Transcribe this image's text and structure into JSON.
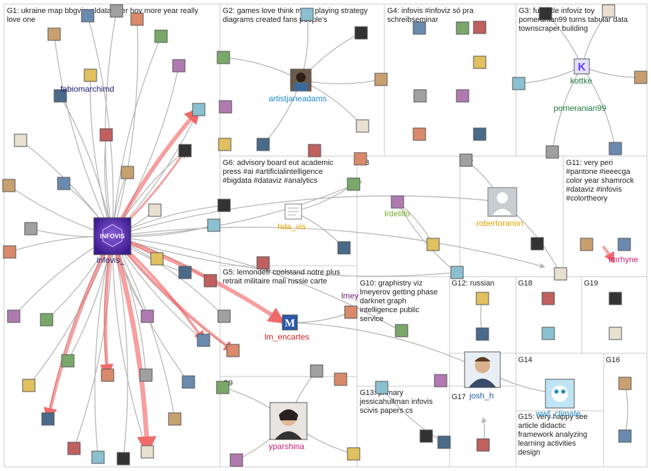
{
  "groups": [
    {
      "id": "G1",
      "lines": [
        "G1: ukraine map bbgvisualdata over hoy more year really",
        "love one"
      ]
    },
    {
      "id": "G2",
      "lines": [
        "G2: games love think more playing strategy",
        "diagrams created fans people's"
      ]
    },
    {
      "id": "G4",
      "lines": [
        "G4: infovis #infoviz só pra",
        "schreibseminar"
      ]
    },
    {
      "id": "G3",
      "lines": [
        "G3: fun little infoviz toy",
        "pomeranian99 turns tabular data",
        "townscraper building"
      ]
    },
    {
      "id": "G6",
      "lines": [
        "G6: advisory board eut academic",
        "press #ai #artificialintelligence",
        "#bigdata #dataviz #analytics"
      ]
    },
    {
      "id": "G8",
      "lines": [
        "G8"
      ]
    },
    {
      "id": "G7",
      "lines": [
        "G7"
      ]
    },
    {
      "id": "G11",
      "lines": [
        "G11: very peri",
        "#pantone #ieeecga",
        "color year shamrock",
        "#dataviz #infovis",
        "#colortheory"
      ]
    },
    {
      "id": "G5",
      "lines": [
        "G5: lemondefr coolstand notre plus",
        "retrait militaire mali russie carte"
      ]
    },
    {
      "id": "G10",
      "lines": [
        "G10: graphistry viz",
        "lmeyerov getting phase",
        "darknet graph",
        "intelligence public",
        "service"
      ]
    },
    {
      "id": "G12",
      "lines": [
        "G12: russian"
      ]
    },
    {
      "id": "G18",
      "lines": [
        "G18"
      ]
    },
    {
      "id": "G19",
      "lines": [
        "G19"
      ]
    },
    {
      "id": "G9",
      "lines": [
        "G9"
      ]
    },
    {
      "id": "G13",
      "lines": [
        "G13: primary",
        "jessicahullman infovis",
        "scivis papers cs"
      ]
    },
    {
      "id": "G17",
      "lines": [
        "G17"
      ]
    },
    {
      "id": "G14",
      "lines": [
        "G14"
      ]
    },
    {
      "id": "G16",
      "lines": [
        "G16"
      ]
    },
    {
      "id": "G15",
      "lines": [
        "G15: very happy see",
        "article didactic",
        "framework analyzing",
        "learning activities",
        "design"
      ]
    }
  ],
  "nodes": [
    {
      "id": "infovis",
      "label": "infovis_",
      "color": "#1a1a6e",
      "icon": "infovis-logo"
    },
    {
      "id": "fabiomarchimd",
      "label": "fabiomarchimd",
      "color": "#1a1a6e"
    },
    {
      "id": "artistjaneadams",
      "label": "artistjaneadams",
      "color": "#1e88c8"
    },
    {
      "id": "kottke",
      "label": "kottke",
      "color": "#1e7a3e"
    },
    {
      "id": "pomeranian99",
      "label": "pomeranian99",
      "color": "#1e7a3e"
    },
    {
      "id": "hda_vis",
      "label": "hda_vis",
      "color": "#e6a200"
    },
    {
      "id": "lrdelillo",
      "label": "lrdelillo",
      "color": "#7aa82a"
    },
    {
      "id": "robertoranon",
      "label": "robertoranon",
      "color": "#e6a200"
    },
    {
      "id": "tmrhyne",
      "label": "tmrhyne",
      "color": "#cc1d78"
    },
    {
      "id": "lm_encartes",
      "label": "lm_encartes",
      "color": "#cc1d1d"
    },
    {
      "id": "lmey",
      "label": "lmey",
      "color": "#6a1a6a"
    },
    {
      "id": "josh_h",
      "label": "josh_h",
      "color": "#1a5aa8"
    },
    {
      "id": "wwf",
      "label": "wwf_climate",
      "color": "#1e88c8"
    },
    {
      "id": "yparshina",
      "label": "yparshina",
      "color": "#cc1d78"
    }
  ],
  "legend_colors": {
    "edge": "#a9a9a9",
    "edge_strong": "#f05050",
    "box": "#c8c8c8"
  }
}
